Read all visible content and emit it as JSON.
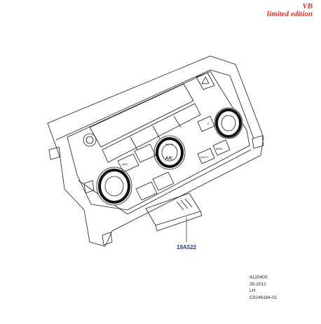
{
  "branding": {
    "line1": "VB",
    "line2": "limited edition",
    "color": "#d9342b"
  },
  "callout": {
    "part_number": "19A522",
    "color": "#1f3f8f"
  },
  "metadata": {
    "code": "4120405",
    "date": "35-2012",
    "side": "LH",
    "drawing_id": "C0246184-01"
  },
  "panel": {
    "center_knob_label": "A/C",
    "center_knob_sublabel": "AUTO",
    "left_button_label": "MAX",
    "right_auto_label": "AUTO",
    "right_man_label": "MAN",
    "right_knob_mode_label": "F"
  },
  "colors": {
    "line": "#1a1a1a",
    "knob_ring": "#111111",
    "background": "#ffffff"
  }
}
